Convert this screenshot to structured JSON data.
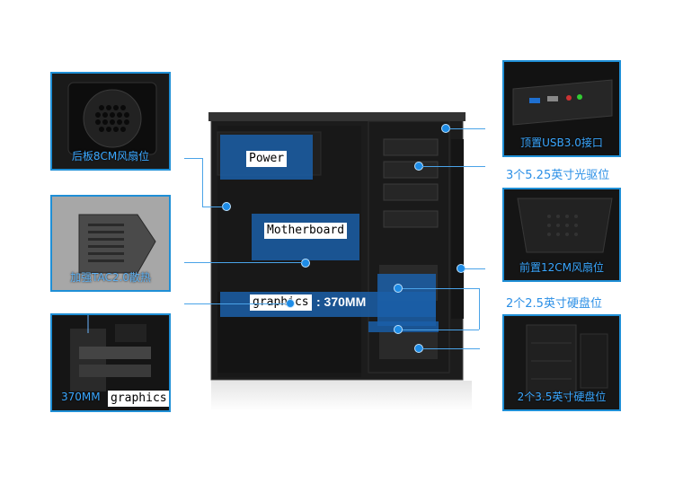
{
  "callouts": {
    "rear_fan": "后板8CM风扇位",
    "side_tac": "加强TAC2.0散热",
    "gpu_length": "370MM",
    "top_usb": "顶置USB3.0接口",
    "bay_525": "3个5.25英寸光驱位",
    "front_fan": "前置12CM风扇位",
    "bay_25": "2个2.5英寸硬盘位",
    "bay_35": "2个3.5英寸硬盘位"
  },
  "case_labels": {
    "power": "Power",
    "motherboard": "Motherboard",
    "graphics": "graphics",
    "graphics_length": ": 370MM",
    "graphics_bottom": "graphics"
  },
  "colors": {
    "accent": "#1e8ce6",
    "panel_border": "#1f8fd6"
  }
}
